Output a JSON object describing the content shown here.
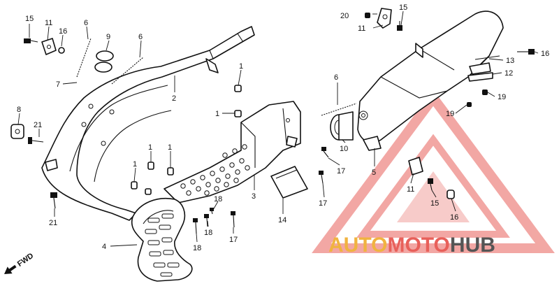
{
  "direction_label": "FWD",
  "watermark": {
    "part1": "AUTO",
    "part2": "MOTO",
    "part3": "HUB",
    "color1": "#f0b340",
    "color2": "#e8605a",
    "color3": "#555555"
  },
  "callouts": [
    {
      "id": "c15a",
      "text": "15"
    },
    {
      "id": "c11a",
      "text": "11"
    },
    {
      "id": "c16a",
      "text": "16"
    },
    {
      "id": "c6a",
      "text": "6"
    },
    {
      "id": "c9",
      "text": "9"
    },
    {
      "id": "c6b",
      "text": "6"
    },
    {
      "id": "c7",
      "text": "7"
    },
    {
      "id": "c2",
      "text": "2"
    },
    {
      "id": "c1a",
      "text": "1"
    },
    {
      "id": "c1b",
      "text": "1"
    },
    {
      "id": "c8",
      "text": "8"
    },
    {
      "id": "c21a",
      "text": "21"
    },
    {
      "id": "c1c",
      "text": "1"
    },
    {
      "id": "c1d",
      "text": "1"
    },
    {
      "id": "c1e",
      "text": "1"
    },
    {
      "id": "c3",
      "text": "3"
    },
    {
      "id": "c21b",
      "text": "21"
    },
    {
      "id": "c18a",
      "text": "18"
    },
    {
      "id": "c18b",
      "text": "18"
    },
    {
      "id": "c18c",
      "text": "18"
    },
    {
      "id": "c17a",
      "text": "17"
    },
    {
      "id": "c4",
      "text": "4"
    },
    {
      "id": "c14",
      "text": "14"
    },
    {
      "id": "c20",
      "text": "20"
    },
    {
      "id": "c15b",
      "text": "15"
    },
    {
      "id": "c11b",
      "text": "11"
    },
    {
      "id": "c13",
      "text": "13"
    },
    {
      "id": "c16b",
      "text": "16"
    },
    {
      "id": "c12",
      "text": "12"
    },
    {
      "id": "c6c",
      "text": "6"
    },
    {
      "id": "c19a",
      "text": "19"
    },
    {
      "id": "c19b",
      "text": "19"
    },
    {
      "id": "c10",
      "text": "10"
    },
    {
      "id": "c5",
      "text": "5"
    },
    {
      "id": "c17b",
      "text": "17"
    },
    {
      "id": "c17c",
      "text": "17"
    },
    {
      "id": "c11c",
      "text": "11"
    },
    {
      "id": "c15c",
      "text": "15"
    },
    {
      "id": "c16c",
      "text": "16"
    }
  ]
}
